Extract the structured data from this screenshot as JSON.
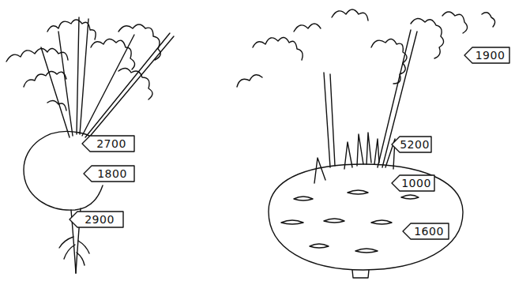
{
  "diagram": {
    "labels": [
      "2700",
      "1800",
      "2900",
      "1900",
      "5200",
      "1000",
      "1600"
    ]
  }
}
